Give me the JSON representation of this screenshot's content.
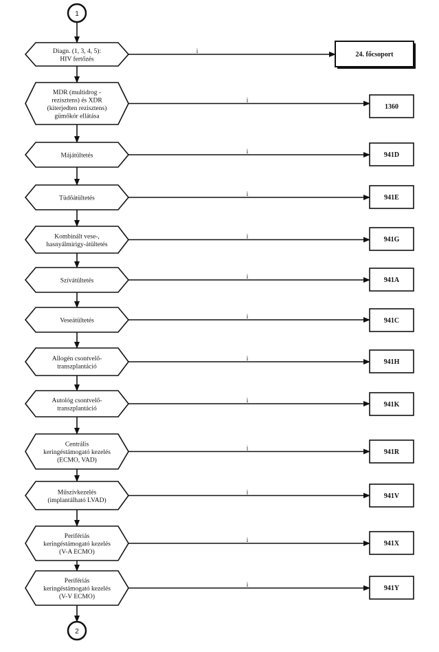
{
  "start_connector": "1",
  "end_connector": "2",
  "branch_label": "i",
  "steps": [
    {
      "label_lines": [
        "Diagn. (1, 3, 4, 5):",
        "HIV fertőzés"
      ],
      "target": "24. főcsoport"
    },
    {
      "label_lines": [
        "MDR (multidrog -",
        "rezisztens) és XDR",
        "(kiterjedten rezisztens)",
        "gümőkór ellátása"
      ],
      "target": "1360"
    },
    {
      "label_lines": [
        "Májátültetés"
      ],
      "target": "941D"
    },
    {
      "label_lines": [
        "Tüdőátültetés"
      ],
      "target": "941E"
    },
    {
      "label_lines": [
        "Kombinált vese-,",
        "hasnyálmirigy-átültetés"
      ],
      "target": "941G"
    },
    {
      "label_lines": [
        "Szívátültetés"
      ],
      "target": "941A"
    },
    {
      "label_lines": [
        "Veseátültetés"
      ],
      "target": "941C"
    },
    {
      "label_lines": [
        "Allogén csontvelő-",
        "transzplantáció"
      ],
      "target": "941H"
    },
    {
      "label_lines": [
        "Autológ csontvelő-",
        "transzplantáció"
      ],
      "target": "941K"
    },
    {
      "label_lines": [
        "Centrális",
        "keringéstámogató kezelés",
        "(ECMO, VAD)"
      ],
      "target": "941R"
    },
    {
      "label_lines": [
        "Műszívkezelés",
        "(implantálható LVAD)"
      ],
      "target": "941V"
    },
    {
      "label_lines": [
        "Perifériás",
        "keringéstámogató kezelés",
        "(V-A ECMO)"
      ],
      "target": "941X"
    },
    {
      "label_lines": [
        "Perifériás",
        "keringéstámogató kezelés",
        "(V-V ECMO)"
      ],
      "target": "941Y"
    }
  ]
}
